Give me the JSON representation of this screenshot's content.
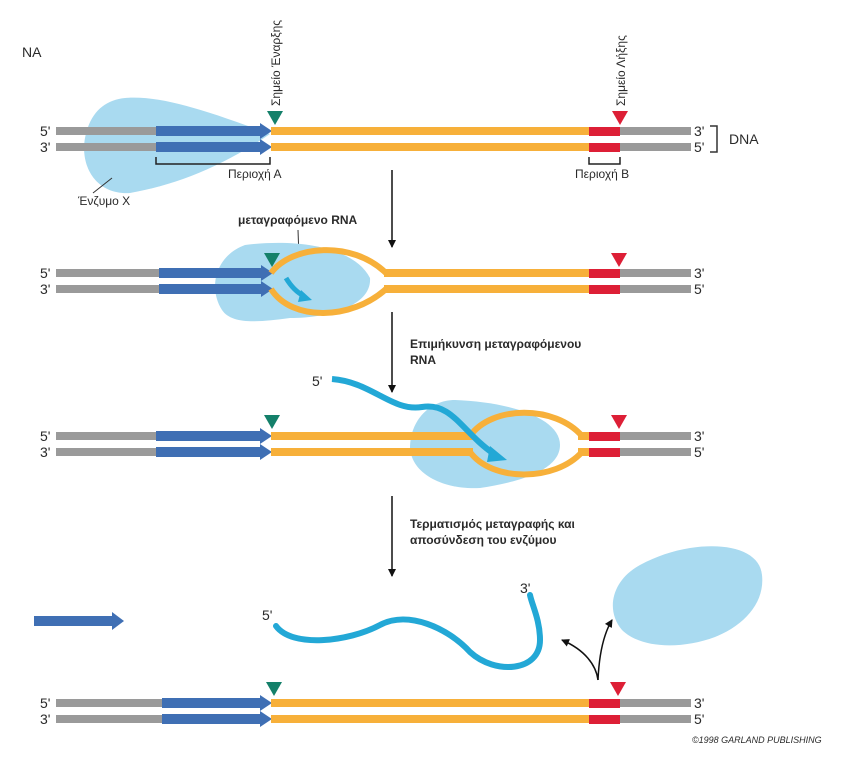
{
  "corner_label": "ΝΑ",
  "dna_label": "DNA",
  "start_site_label": "Σημείο Έναρξης",
  "end_site_label": "Σημείο Λήξης",
  "region_a_label": "Περιοχή Α",
  "region_b_label": "Περιοχή Β",
  "enzyme_label": "Ένζυμο Χ",
  "transcribed_rna_label": "μεταγραφόμενο RNA",
  "elongation_label_line1": "Επιμήκυνση μεταγραφόμενου",
  "elongation_label_line2": "RNA",
  "termination_label_line1": "Τερματισμός μεταγραφής και",
  "termination_label_line2": "αποσύνδεση του ενζύμου",
  "ends": {
    "five": "5'",
    "three": "3'"
  },
  "credit": "©1998 GARLAND PUBLISHING",
  "colors": {
    "dna_flank": "#9a9a9a",
    "gene_body": "#f7b03a",
    "promoter_arrow": "#3f6fb4",
    "terminator": "#dd1f36",
    "start_marker": "#14806a",
    "enzyme": "#a9daf0",
    "rna": "#23a8d6"
  }
}
